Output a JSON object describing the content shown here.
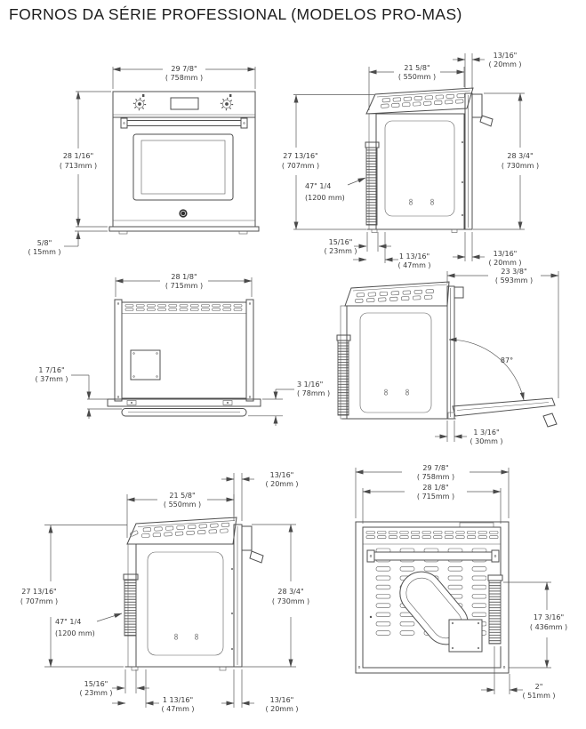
{
  "title": "FORNOS DA SÉRIE PROFESSIONAL (MODELOS PRO-MAS)",
  "dims": {
    "front": {
      "width_in": "29 7/8\"",
      "width_mm": "( 758mm )",
      "height_in": "28 1/16\"",
      "height_mm": "( 713mm )",
      "base_in": "5/8\"",
      "base_mm": "( 15mm )"
    },
    "side": {
      "top_trim_in": "13/16\"",
      "top_trim_mm": "( 20mm )",
      "depth_in": "21 5/8\"",
      "depth_mm": "( 550mm )",
      "height_left_in": "27 13/16\"",
      "height_left_mm": "( 707mm )",
      "cable_in": "47\" 1/4",
      "cable_mm": "(1200 mm)",
      "height_right_in": "28 3/4\"",
      "height_right_mm": "( 730mm )",
      "bottom_left_in": "15/16\"",
      "bottom_left_mm": "( 23mm )",
      "bottom_mid_in": "1 13/16\"",
      "bottom_mid_mm": "( 47mm )",
      "bottom_right_in": "13/16\"",
      "bottom_right_mm": "( 20mm )"
    },
    "top": {
      "width_in": "28 1/8\"",
      "width_mm": "( 715mm )",
      "front_in": "1 7/16\"",
      "front_mm": "( 37mm )",
      "door_in": "3 1/16\"",
      "door_mm": "( 78mm )"
    },
    "open": {
      "depth_in": "23 3/8\"",
      "depth_mm": "( 593mm )",
      "angle": "87°",
      "gap_in": "1 3/16\"",
      "gap_mm": "( 30mm )"
    },
    "rear": {
      "width_outer_in": "29 7/8\"",
      "width_outer_mm": "( 758mm )",
      "width_inner_in": "28 1/8\"",
      "width_inner_mm": "( 715mm )",
      "cable_h_in": "17 3/16\"",
      "cable_h_mm": "( 436mm )",
      "corner_in": "2\"",
      "corner_mm": "( 51mm )"
    }
  }
}
